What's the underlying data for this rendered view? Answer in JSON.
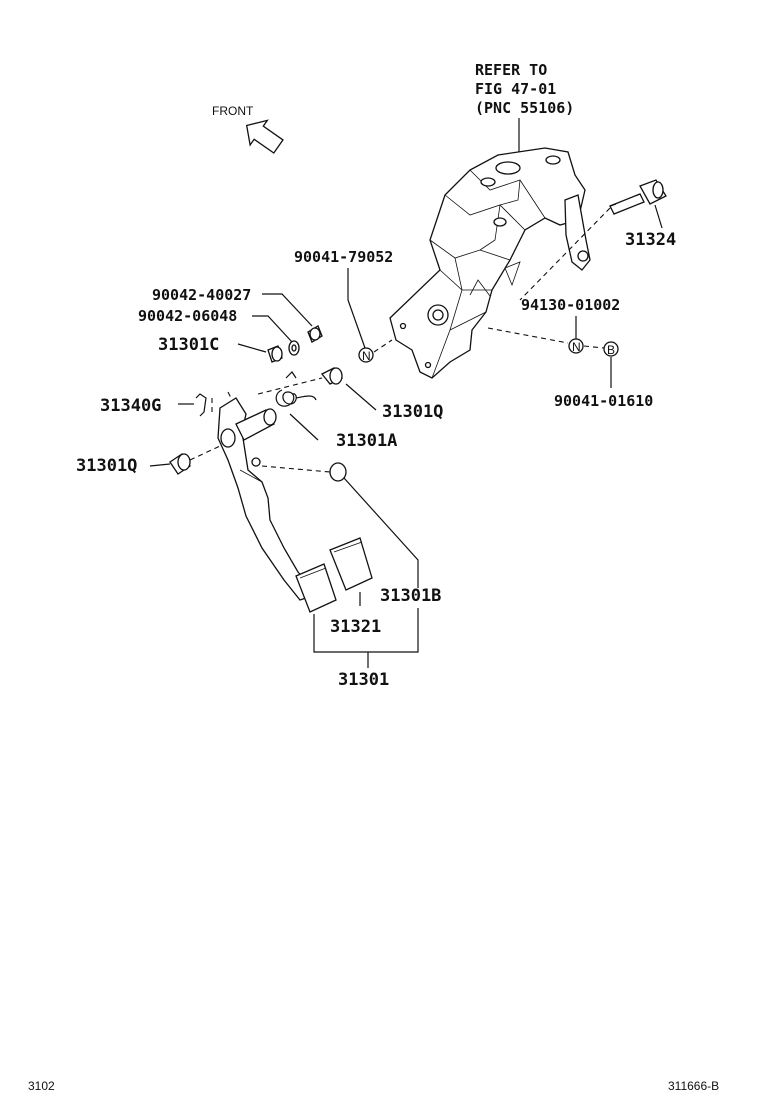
{
  "diagram": {
    "front_label": "FRONT",
    "reference": {
      "line1": "REFER TO",
      "line2": "FIG 47-01",
      "line3": "(PNC 55106)"
    },
    "labels": {
      "p31324": "31324",
      "p90041_79052": "90041-79052",
      "p90042_40027": "90042-40027",
      "p90042_06048": "90042-06048",
      "p31301C": "31301C",
      "p94130_01002": "94130-01002",
      "p90041_01610": "90041-01610",
      "p31340G": "31340G",
      "p31301Q_right": "31301Q",
      "p31301A": "31301A",
      "p31301Q_left": "31301Q",
      "p31301B": "31301B",
      "p31321": "31321",
      "p31301": "31301"
    },
    "markers": {
      "n_left": "N",
      "n_right": "N",
      "b_right": "B"
    },
    "footer": {
      "left": "3102",
      "right": "311666-B"
    }
  }
}
